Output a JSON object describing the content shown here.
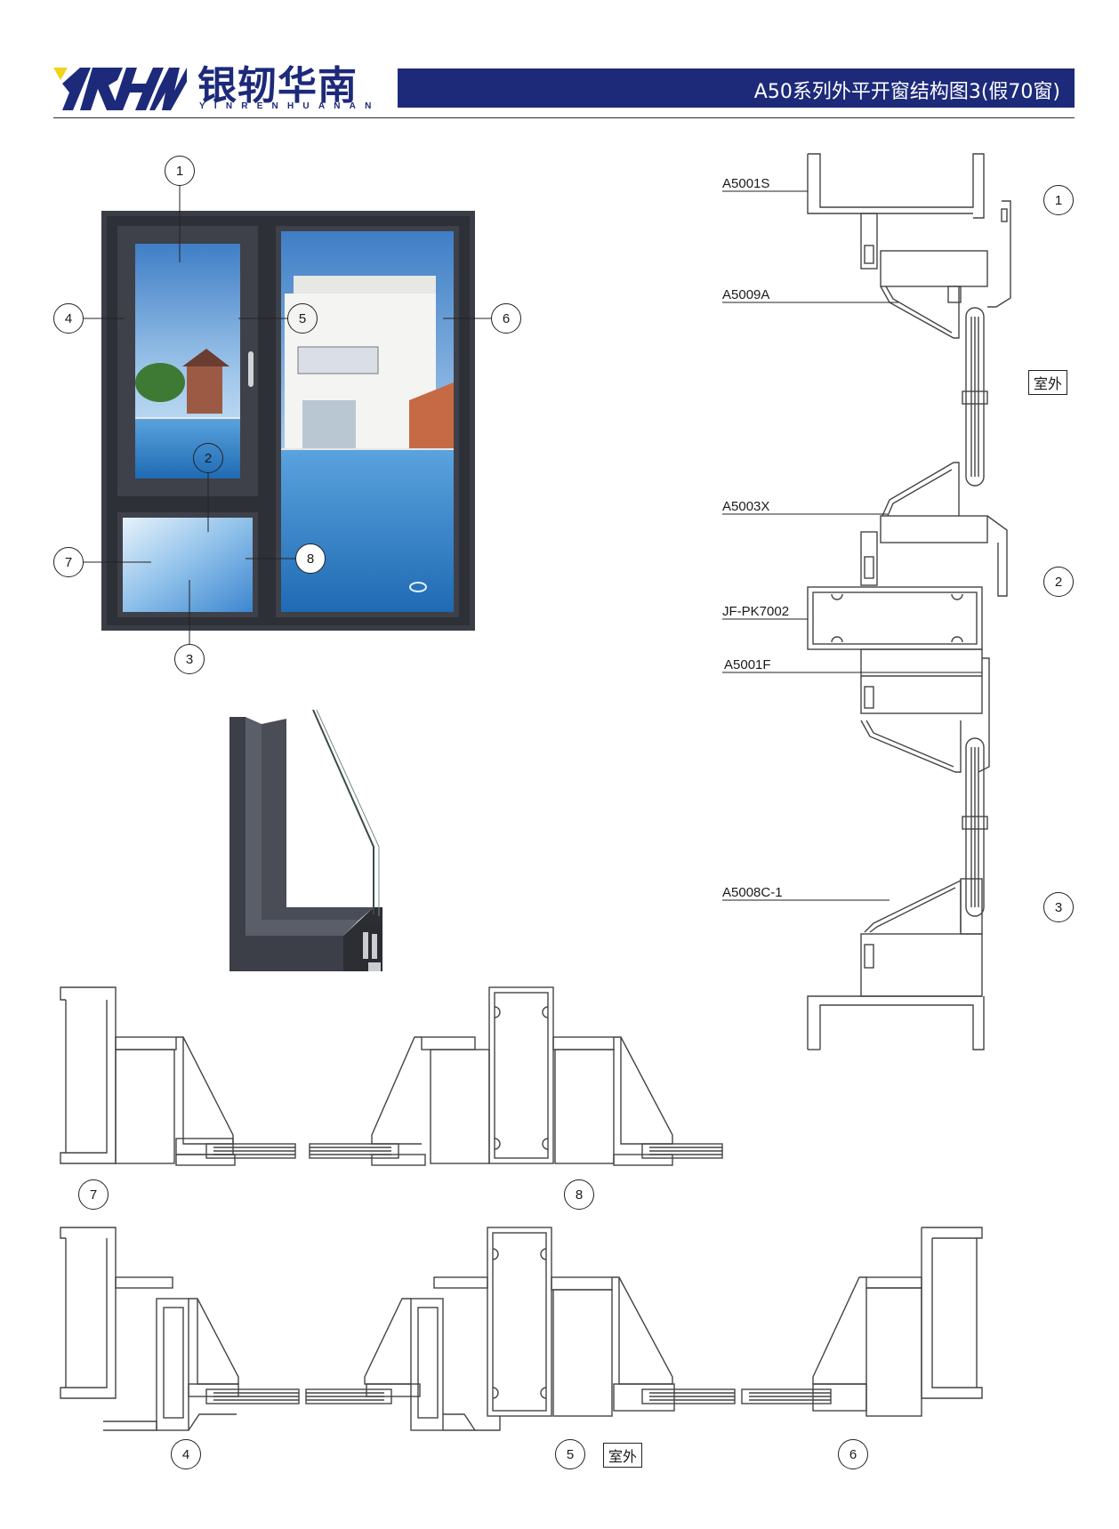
{
  "header": {
    "logo_mark_text": "YRHN",
    "logo_cn": "银轫华南",
    "logo_en": "YINRENHUANAN",
    "title": "A50系列外平开窗结构图3(假70窗)"
  },
  "window_photo": {
    "callouts": [
      "1",
      "2",
      "3",
      "4",
      "5",
      "6",
      "7",
      "8"
    ]
  },
  "vertical_section": {
    "part_labels": [
      "A5001S",
      "A5009A",
      "A5003X",
      "JF-PK7002",
      "A5001F",
      "A5008C-1"
    ],
    "callouts": [
      "1",
      "2",
      "3"
    ],
    "exterior_tag": "室外"
  },
  "horizontal_section_top": {
    "callouts": [
      "7",
      "8"
    ]
  },
  "horizontal_section_bottom": {
    "callouts": [
      "4",
      "5",
      "6"
    ],
    "exterior_tag": "室外"
  },
  "colors": {
    "brand_blue": "#1d2a7a",
    "frame_gray": "#3a3d45",
    "logo_yellow": "#f2d21b"
  }
}
